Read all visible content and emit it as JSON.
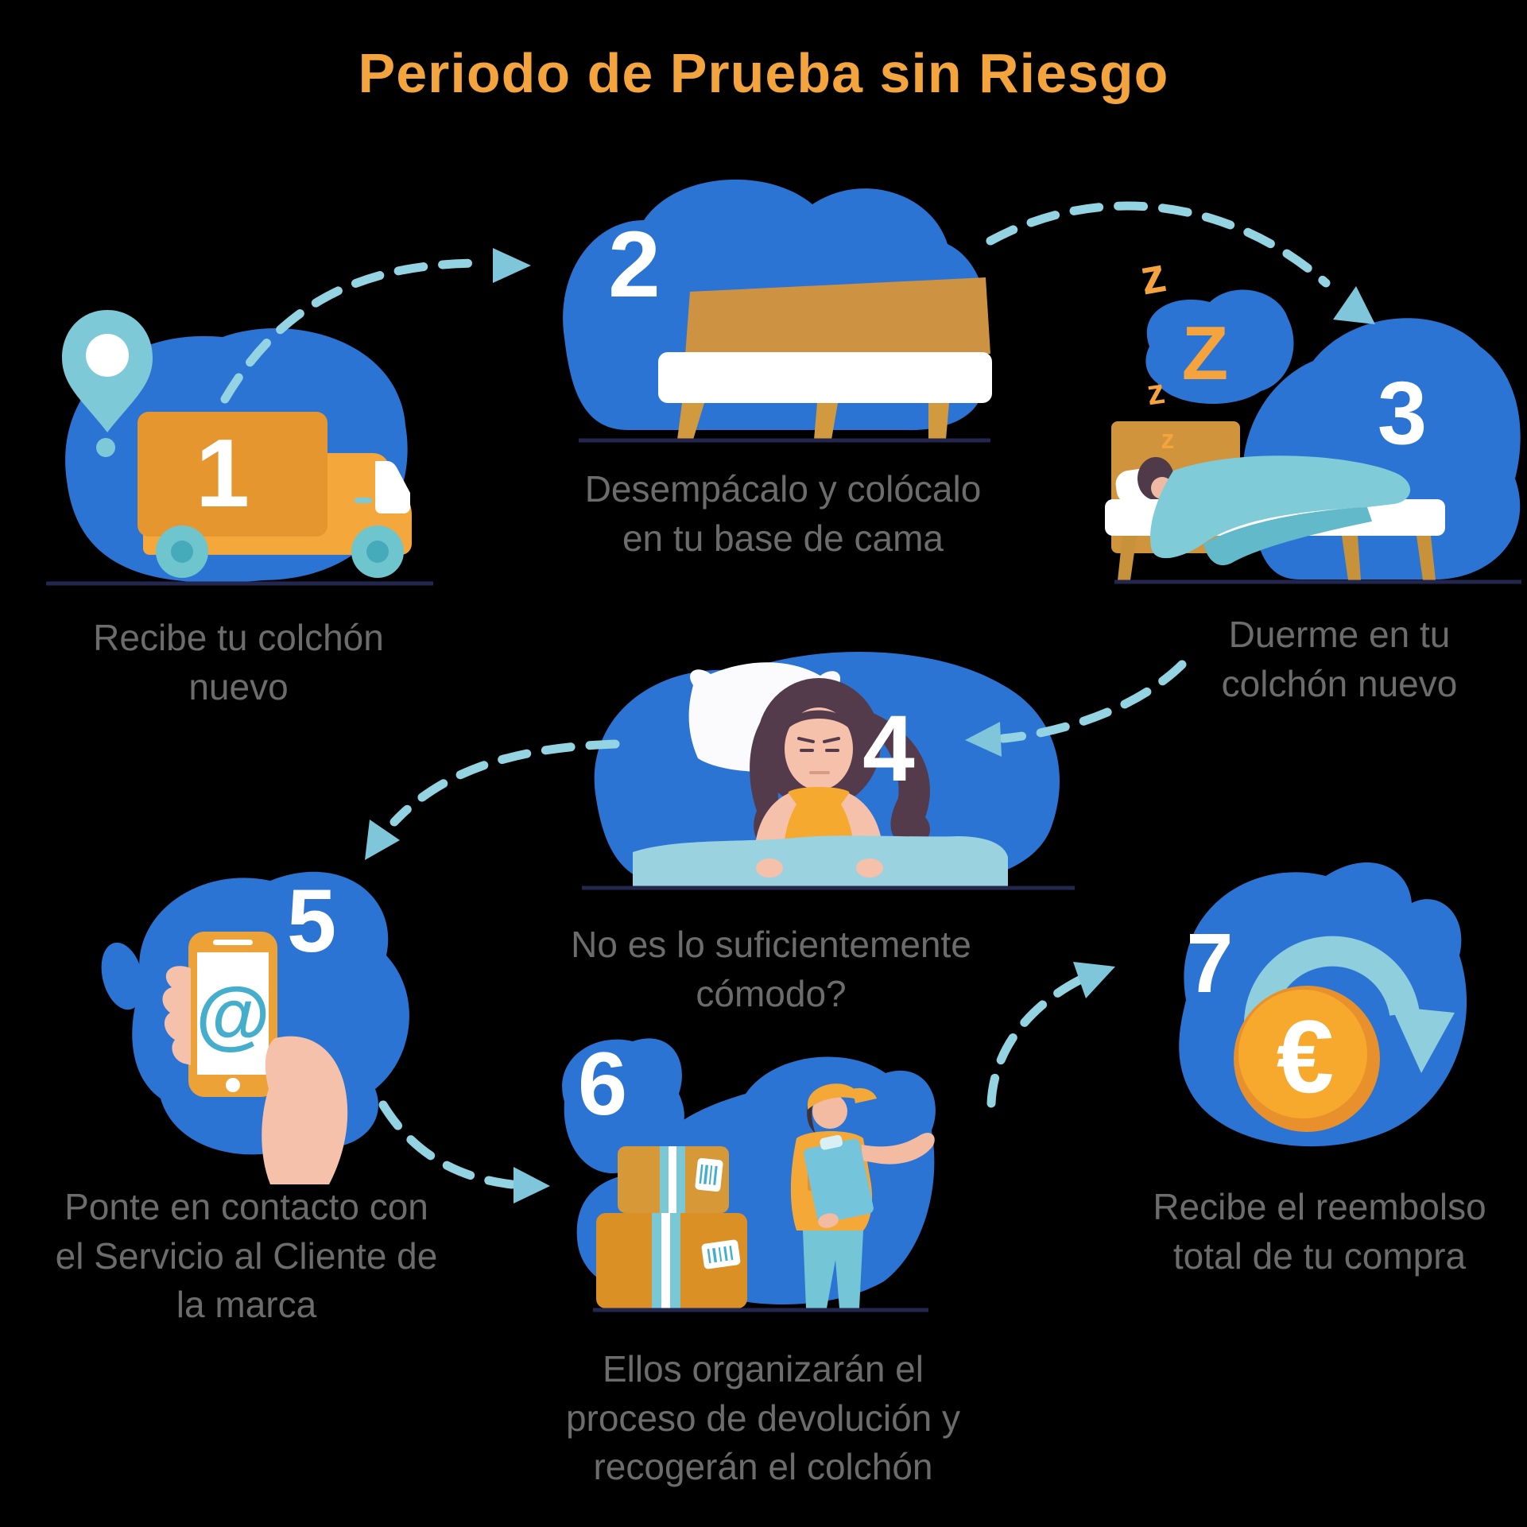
{
  "title": "Periodo de Prueba sin Riesgo",
  "steps": [
    {
      "number": "1",
      "icon": "delivery-truck-icon",
      "lines": [
        "Recibe tu colchón",
        "nuevo"
      ]
    },
    {
      "number": "2",
      "icon": "bed-base-icon",
      "lines": [
        "Desempácalo y colócalo",
        "en tu base de cama"
      ]
    },
    {
      "number": "3",
      "icon": "sleeping-person-icon",
      "lines": [
        "Duerme en tu",
        "colchón nuevo"
      ]
    },
    {
      "number": "4",
      "icon": "awake-woman-icon",
      "lines": [
        "No es lo suficientemente",
        "cómodo?"
      ]
    },
    {
      "number": "5",
      "icon": "phone-contact-icon",
      "lines": [
        "Ponte en contacto con",
        "el Servicio al Cliente de",
        "la marca"
      ]
    },
    {
      "number": "6",
      "icon": "courier-boxes-icon",
      "lines": [
        "Ellos organizarán el",
        "proceso de devolución y",
        "recogerán el colchón"
      ]
    },
    {
      "number": "7",
      "icon": "euro-refund-icon",
      "lines": [
        "Recibe el reembolso",
        "total de tu compra"
      ]
    }
  ],
  "symbols": {
    "at": "@",
    "euro": "€",
    "zs": [
      "z",
      "Z",
      "z",
      "z"
    ]
  },
  "colors": {
    "background": "#000000",
    "title_orange": "#F4A43C",
    "blob_blue": "#2B74D3",
    "arrow_teal": "#93D3E2",
    "arrowhead_teal": "#7FC6DB",
    "caption_gray": "#6C6C6C",
    "ground_navy": "#23264E",
    "accent_orange": "#F5A92F",
    "tan_wood": "#CE9342",
    "teal_light": "#7EC9D8",
    "white": "#FFFFFF"
  }
}
